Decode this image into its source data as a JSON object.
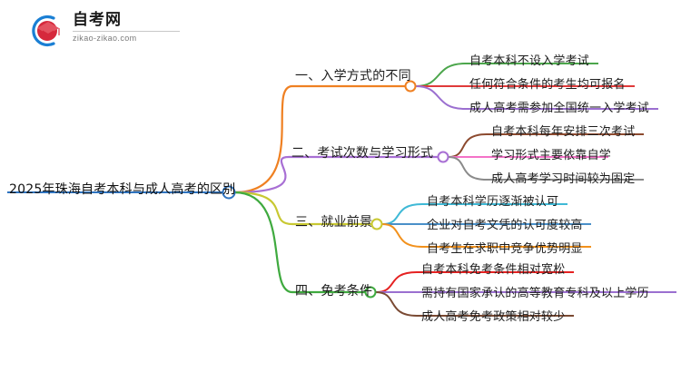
{
  "logo": {
    "title": "自考网",
    "domain": "zikao-zikao.com",
    "mark_icon": "graduation-cap-icon",
    "arc_color": "#1a7fd4",
    "cap_color": "#d6283c",
    "cap_top_color": "#e35260"
  },
  "mindmap": {
    "root": {
      "label": "2025年珠海自考本科与成人高考的区别",
      "color": "#2f74c0"
    },
    "branches": [
      {
        "label": "一、入学方式的不同",
        "color": "#ef8022",
        "leaves": [
          {
            "label": "自考本科不设入学考试",
            "color": "#4ca64c"
          },
          {
            "label": "任何符合条件的考生均可报名",
            "color": "#e03a3a"
          },
          {
            "label": "成人高考需参加全国统一入学考试",
            "color": "#9b6fd0"
          }
        ]
      },
      {
        "label": "二、考试次数与学习形式",
        "color": "#a86fd4",
        "leaves": [
          {
            "label": "自考本科每年安排三次考试",
            "color": "#8c4a2f"
          },
          {
            "label": "学习形式主要依靠自学",
            "color": "#f472c8"
          },
          {
            "label": "成人高考学习时间较为固定",
            "color": "#8a8a8a"
          }
        ]
      },
      {
        "label": "三、就业前景",
        "color": "#c8c832",
        "leaves": [
          {
            "label": "自考本科学历逐渐被认可",
            "color": "#3fb9d6"
          },
          {
            "label": "企业对自考文凭的认可度较高",
            "color": "#4a90c9"
          },
          {
            "label": "自考生在求职中竞争优势明显",
            "color": "#f2911c"
          }
        ]
      },
      {
        "label": "四、免考条件",
        "color": "#3faa3f",
        "leaves": [
          {
            "label": "自考本科免考条件相对宽松",
            "color": "#e52222"
          },
          {
            "label": "需持有国家承认的高等教育专科及以上学历",
            "color": "#9b6fd0"
          },
          {
            "label": "成人高考免考政策相对较少",
            "color": "#7a4a33"
          }
        ]
      }
    ]
  }
}
